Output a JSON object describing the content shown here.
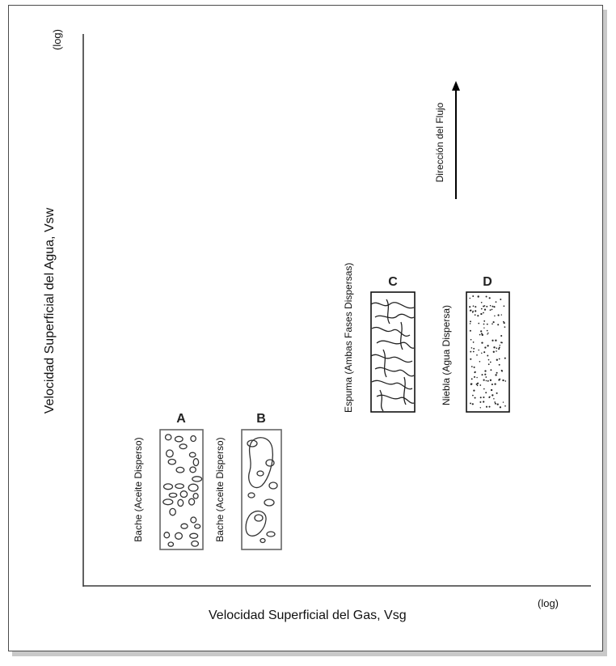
{
  "axes": {
    "y_label": "Velocidad Superficial del Agua, Vsw",
    "y_scale": "(log)",
    "x_label": "Velocidad Superficial del Gas, Vsg",
    "x_scale": "(log)"
  },
  "flow_direction": {
    "label": "Dirección del Flujo",
    "arrow": "up-arrow"
  },
  "regimes": [
    {
      "letter": "A",
      "name": "Bache (Aceite Disperso)",
      "pattern": "oil-bubbles"
    },
    {
      "letter": "B",
      "name": "Bache (Aceite Disperso)",
      "pattern": "large-slugs"
    },
    {
      "letter": "C",
      "name": "Espuma (Ambas Fases Dispersas)",
      "pattern": "foam"
    },
    {
      "letter": "D",
      "name": "Niebla (Agua Dispersa)",
      "pattern": "mist-dots"
    }
  ]
}
